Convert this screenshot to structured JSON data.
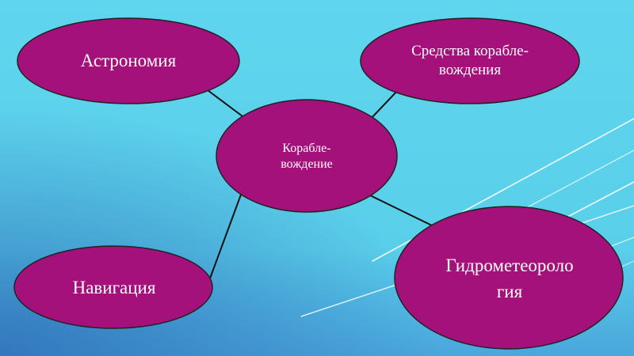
{
  "colors": {
    "background": "#5cd3ec",
    "background_bottom": "#3f8fd0",
    "node_fill": "#a5117b",
    "node_stroke": "#222222",
    "connector": "#111111",
    "text": "#ffffff",
    "accent_lines": "#ffffff"
  },
  "diagram": {
    "center": {
      "label": "Корабле-\nвождение"
    },
    "nodes": [
      {
        "id": "astronomy",
        "label": "Астрономия"
      },
      {
        "id": "navigation-means",
        "label": "Средства корабле-\nвождения"
      },
      {
        "id": "navigation",
        "label": "Навигация"
      },
      {
        "id": "hydrometeorology",
        "label": "Гидрометеороло\nгия"
      }
    ]
  }
}
